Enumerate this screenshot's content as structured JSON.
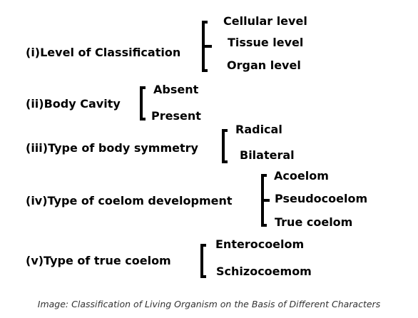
{
  "categories": [
    {
      "label": "(i)Level of Classification",
      "items": [
        "Cellular level",
        "Tissue level",
        "Organ level"
      ]
    },
    {
      "label": "(ii)Body Cavity",
      "items": [
        "Absent",
        "Present"
      ]
    },
    {
      "label": "(iii)Type of body symmetry",
      "items": [
        "Radical",
        "Bilateral"
      ]
    },
    {
      "label": "(iv)Type of coelom development",
      "items": [
        "Acoelom",
        "Pseudocoelom",
        "True coelom"
      ]
    },
    {
      "label": "(v)Type of true coelom",
      "items": [
        "Enterocoelom",
        "Schizocoemom"
      ]
    }
  ],
  "caption": "Image: Classification of Living Organism on the Basis of Different Characters",
  "colors": {
    "text": "#000000",
    "caption": "#333333",
    "background": "#ffffff"
  }
}
